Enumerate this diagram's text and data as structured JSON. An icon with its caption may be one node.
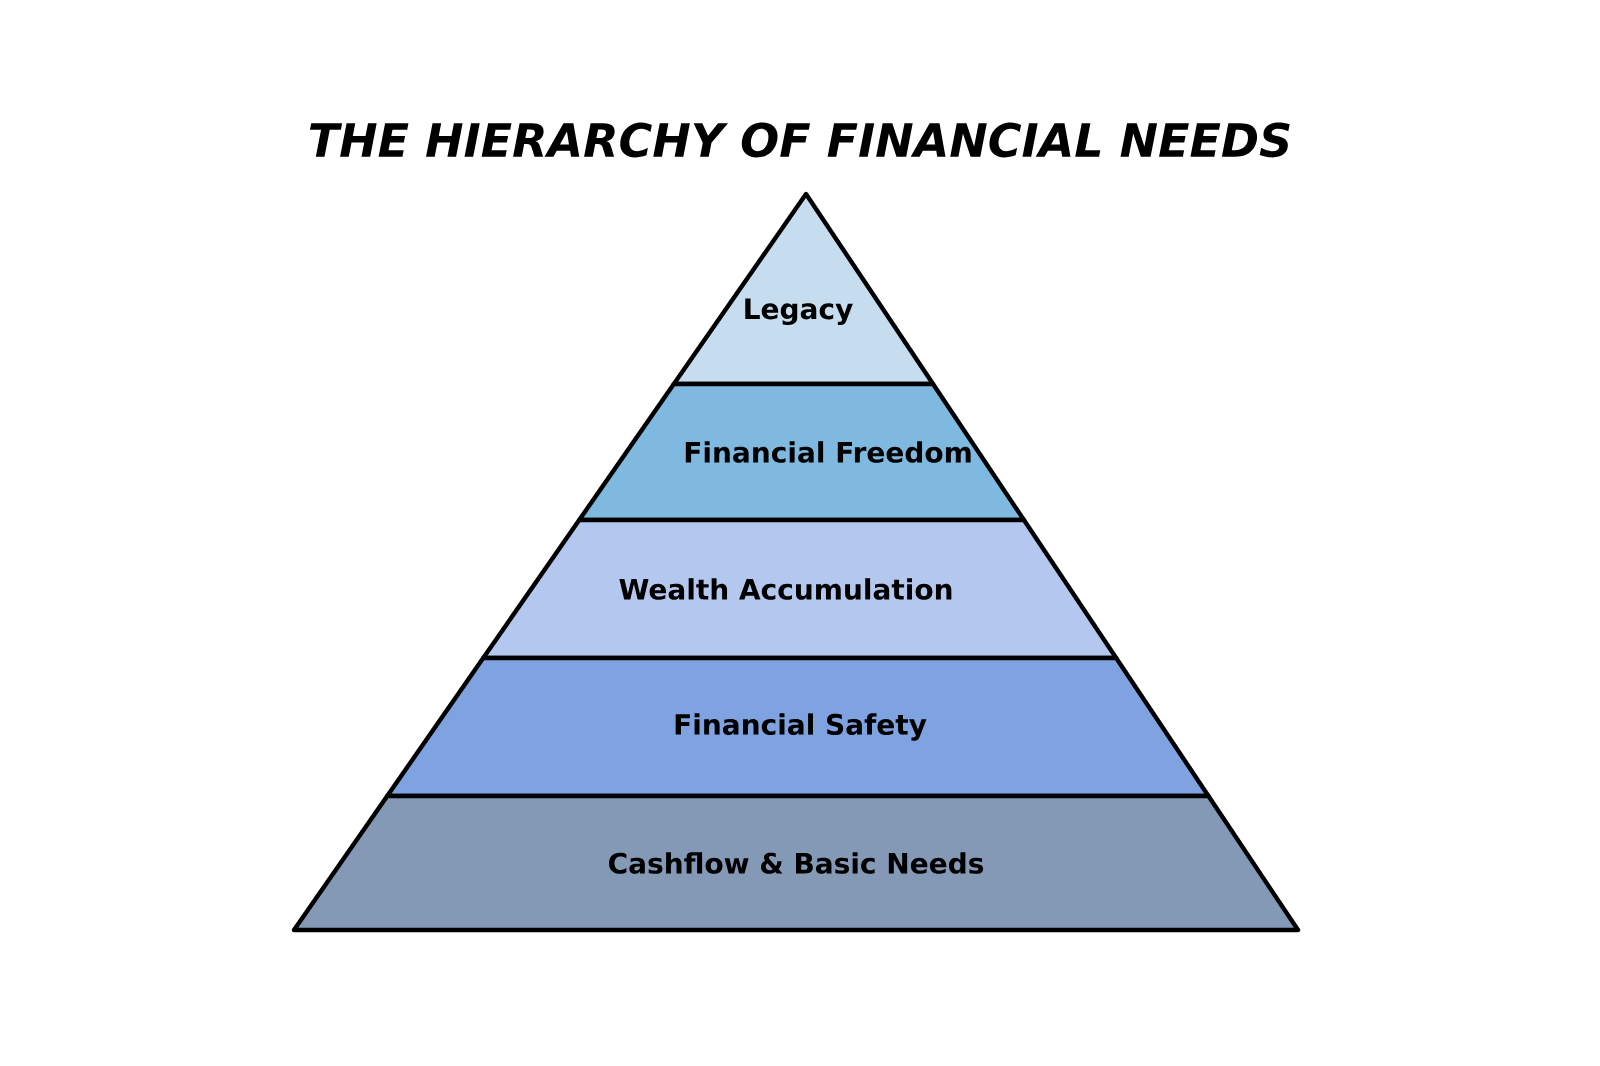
{
  "diagram": {
    "title": "THE HIERARCHY OF FINANCIAL NEEDS",
    "nodes": [
      {
        "text": [
          "Legacy"
        ]
      },
      {
        "text": [
          "Financial Freedom"
        ]
      },
      {
        "text": [
          "Wealth Accumulation"
        ]
      },
      {
        "text": [
          "Financial Safety"
        ]
      },
      {
        "text": [
          "Cashflow & Basic Needs"
        ]
      }
    ]
  }
}
